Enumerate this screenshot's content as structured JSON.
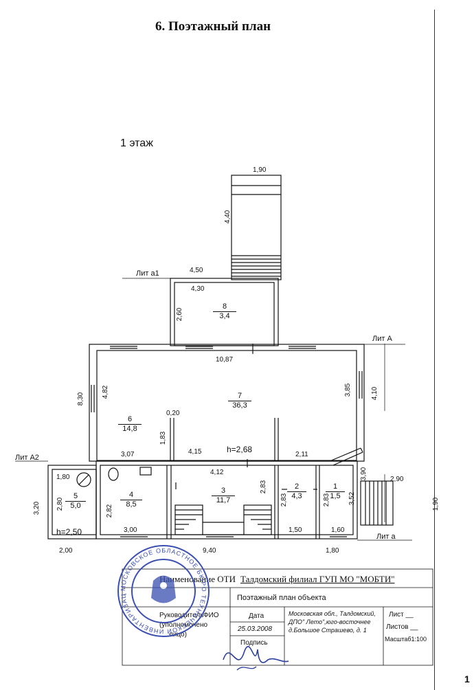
{
  "title": "6. Поэтажный план",
  "floor_label": "1 этаж",
  "lit_labels": {
    "a1": "Лит a1",
    "A": "Лит A",
    "A2": "Лит A2",
    "a": "Лит a"
  },
  "rooms": [
    {
      "num": "8",
      "area": "3,4"
    },
    {
      "num": "7",
      "area": "36,3"
    },
    {
      "num": "6",
      "area": "14,8"
    },
    {
      "num": "5",
      "area": "5,0"
    },
    {
      "num": "4",
      "area": "8,5"
    },
    {
      "num": "3",
      "area": "11,7"
    },
    {
      "num": "2",
      "area": "4,3"
    },
    {
      "num": "1",
      "area": "1,5"
    }
  ],
  "heights": {
    "main": "h=2,68",
    "a2": "h=2,50"
  },
  "dimensions": {
    "d190_top": "1,90",
    "d440": "4,40",
    "d450": "4,50",
    "d430": "4,30",
    "d260": "2,60",
    "d1087": "10,87",
    "d830": "8,30",
    "d482": "4,82",
    "d385": "3,85",
    "d410": "4,10",
    "d020": "0,20",
    "d183": "1,83",
    "d307": "3,07",
    "d415": "4,15",
    "d211": "2,11",
    "d412": "4,12",
    "d180_a2": "1,80",
    "d390": "3,90",
    "d290": "2,90",
    "d320": "3,20",
    "d280": "2,80",
    "d282": "2,82",
    "d283a": "2,83",
    "d283b": "2,83",
    "d283c": "2,83",
    "d352": "3,52",
    "d190_right": "1,90",
    "d300": "3,00",
    "d150": "1,50",
    "d160": "1,60",
    "d200": "2,00",
    "d940": "9,40",
    "d180_bottom": "1,80"
  },
  "stamp_block": {
    "org_label": "Наименование ОТИ",
    "org_value": "Талдомский филиал ГУП МО \"МОБТИ\"",
    "doc_type": "Поэтажный план объекта",
    "head_label_1": "Руководитель",
    "head_label_2": "(уполномочено",
    "head_label_3": "лицо)",
    "fio_label": "ФИО",
    "date_label": "Дата",
    "date_value": "25.03.2008",
    "sign_label": "Подпись",
    "address_1": "Московская обл., Талдомский,",
    "address_2": "ДПО\" Лето\",юго-восточнее",
    "address_3": "д.Большое Страшево, д. 1",
    "sheet_label": "Лист __",
    "sheets_label": "Листов __",
    "scale_label": "Масштаб1:100"
  },
  "seal_text": "МОСКОВСКОЕ ОБЛАСТНОЕ БЮРО ТЕХНИЧЕСКОЙ ИНВЕНТАРИЗАЦИИ • ТАЛДОМСКИЙ ФИЛИАЛ",
  "page_mark": "1"
}
